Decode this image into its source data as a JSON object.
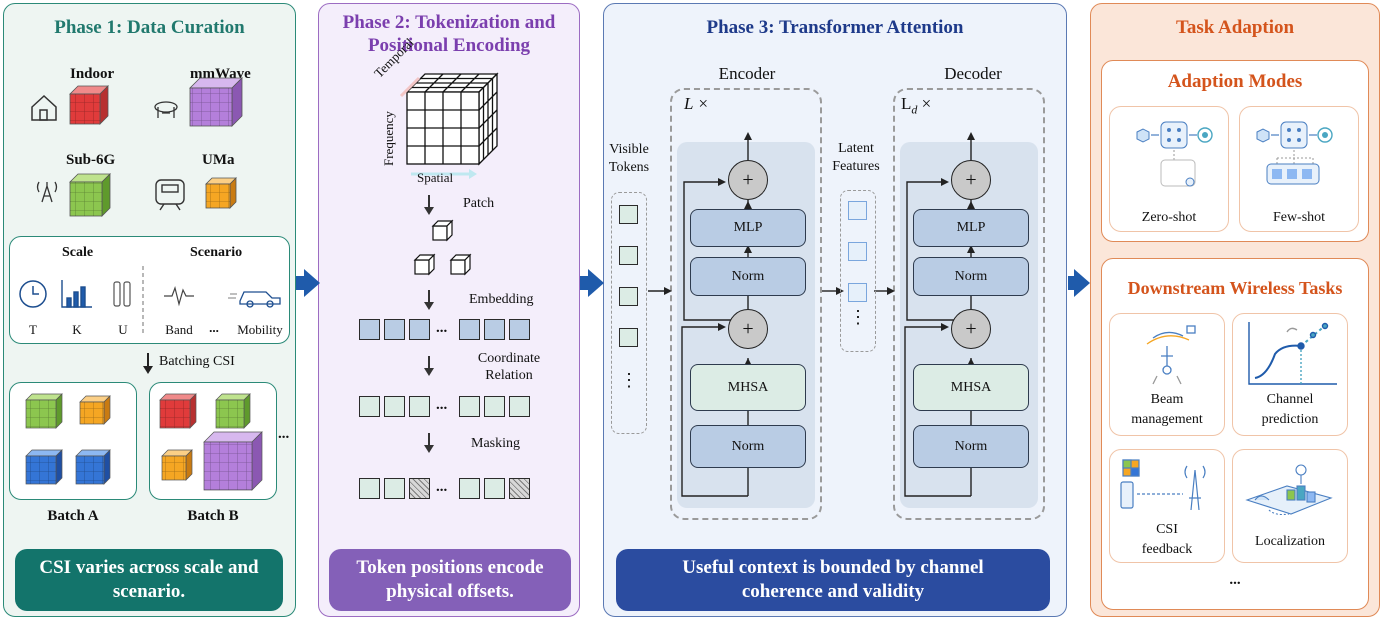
{
  "phase1": {
    "title": "Phase 1: Data Curation",
    "labels": {
      "indoor": "Indoor",
      "mmwave": "mmWave",
      "sub6g": "Sub-6G",
      "uma": "UMa"
    },
    "scale": {
      "title": "Scale",
      "items": [
        "T",
        "K",
        "U"
      ]
    },
    "scenario": {
      "title": "Scenario",
      "items": [
        "Band",
        "...",
        "Mobility"
      ]
    },
    "batching_label": "Batching CSI",
    "batch_a": "Batch A",
    "batch_b": "Batch B",
    "ellipsis": "...",
    "footer": "CSI varies across scale and scenario."
  },
  "phase2": {
    "title": "Phase 2:  Tokenization and Positional Encoding",
    "axes": {
      "temporal": "Temporal",
      "frequency": "Frequency",
      "spatial": "Spatial"
    },
    "steps": [
      "Patch",
      "Embedding",
      "Coordinate Relation",
      "Masking"
    ],
    "ellipsis": "...",
    "footer": "Token positions encode physical offsets."
  },
  "phase3": {
    "title": "Phase 3:  Transformer Attention",
    "encoder": {
      "title": "Encoder",
      "repeat": "L ×"
    },
    "decoder": {
      "title": "Decoder",
      "repeat": "L",
      "repeat_sub": "d",
      "repeat_suffix": " ×"
    },
    "visible_tokens": "Visible Tokens",
    "latent_features": "Latent Features",
    "blocks": {
      "mlp": "MLP",
      "norm": "Norm",
      "mhsa": "MHSA",
      "plus": "+"
    },
    "vdots": "⋮",
    "footer": "Useful context is bounded by channel coherence and validity"
  },
  "task": {
    "title": "Task Adaption",
    "modes": {
      "title": "Adaption Modes",
      "items": [
        "Zero-shot",
        "Few-shot"
      ]
    },
    "downstream": {
      "title": "Downstream Wireless Tasks",
      "items": [
        "Beam management",
        "Channel prediction",
        "CSI feedback",
        "Localization"
      ]
    },
    "ellipsis": "..."
  },
  "colors": {
    "phase1_bg": "#eef5f2",
    "phase1_border": "#2b8a78",
    "phase1_title": "#21796e",
    "phase1_footer": "#13746b",
    "phase2_bg": "#f4eefb",
    "phase2_border": "#9c6cc2",
    "phase2_title": "#7b3fae",
    "phase2_footer": "#8460b8",
    "phase3_bg": "#eef3fb",
    "phase3_border": "#5b79b3",
    "phase3_title": "#1e3a8a",
    "phase3_footer": "#2b4ca0",
    "task_bg": "#fbe6d9",
    "task_border": "#e08a57",
    "task_title": "#d4541c",
    "arrow": "#1f5bab"
  }
}
